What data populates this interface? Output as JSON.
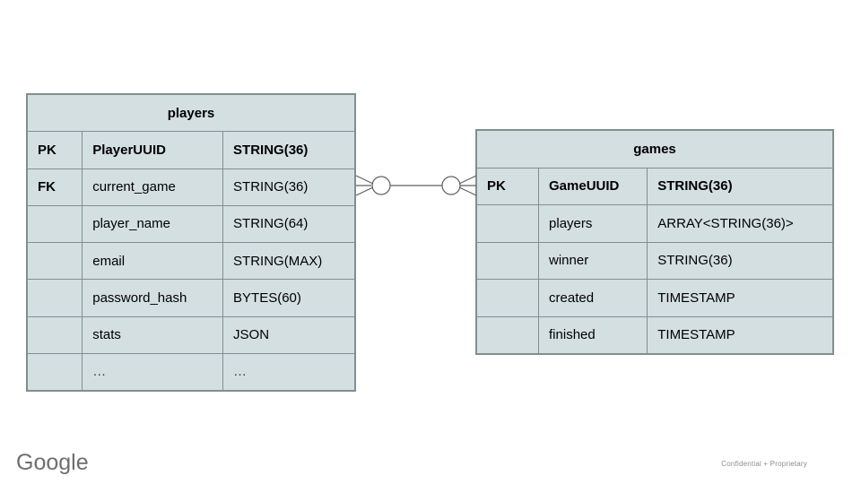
{
  "slide": {
    "background_color": "#ffffff",
    "cell_fill_color": "#d4dfe2",
    "border_color": "#7f8f8f"
  },
  "entities": [
    {
      "name": "players",
      "title": "players",
      "rows": [
        {
          "key": "PK",
          "field": "PlayerUUID",
          "type": "STRING(36)",
          "bold": true
        },
        {
          "key": "FK",
          "field": "current_game",
          "type": "STRING(36)",
          "bold": false
        },
        {
          "key": "",
          "field": "player_name",
          "type": "STRING(64)",
          "bold": false
        },
        {
          "key": "",
          "field": "email",
          "type": "STRING(MAX)",
          "bold": false
        },
        {
          "key": "",
          "field": "password_hash",
          "type": "BYTES(60)",
          "bold": false
        },
        {
          "key": "",
          "field": "stats",
          "type": "JSON",
          "bold": false
        },
        {
          "key": "",
          "field": "…",
          "type": "…",
          "bold": false
        }
      ]
    },
    {
      "name": "games",
      "title": "games",
      "rows": [
        {
          "key": "PK",
          "field": "GameUUID",
          "type": "STRING(36)",
          "bold": true
        },
        {
          "key": "",
          "field": "players",
          "type": "ARRAY<STRING(36)>",
          "bold": false
        },
        {
          "key": "",
          "field": "winner",
          "type": "STRING(36)",
          "bold": false
        },
        {
          "key": "",
          "field": "created",
          "type": "TIMESTAMP",
          "bold": false
        },
        {
          "key": "",
          "field": "finished",
          "type": "TIMESTAMP",
          "bold": false
        }
      ]
    }
  ],
  "relationship": {
    "type": "many-to-many",
    "left_cardinality": "zero-or-many",
    "right_cardinality": "zero-or-many",
    "from": "players",
    "to": "games",
    "line_color": "#5f5f5f"
  },
  "footer": {
    "logo_text": "Google",
    "confidential_text": "Confidential + Proprietary"
  }
}
